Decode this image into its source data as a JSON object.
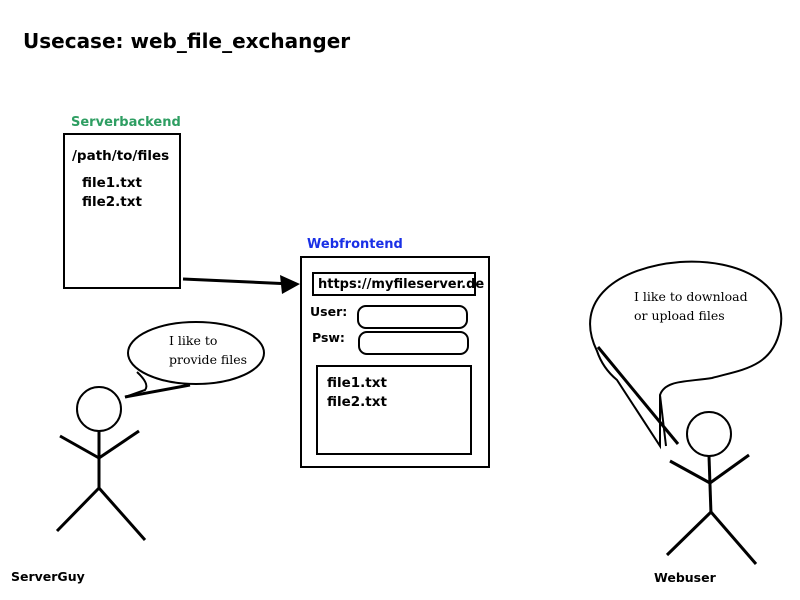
{
  "title": "Usecase: web_file_exchanger",
  "colors": {
    "stroke": "#000000",
    "server_label": "#2e9e62",
    "web_label": "#1a30e6"
  },
  "server": {
    "label": "Serverbackend",
    "path": "/path/to/files",
    "files": [
      "file1.txt",
      "file2.txt"
    ]
  },
  "web": {
    "label": "Webfrontend",
    "url": "https://myfileserver.de",
    "user_label": "User:",
    "psw_label": "Psw:",
    "files": [
      "file1.txt",
      "file2.txt"
    ]
  },
  "actors": {
    "server_guy": {
      "name": "ServerGuy",
      "speech": [
        "I like to",
        "provide files"
      ]
    },
    "web_user": {
      "name": "Webuser",
      "speech": [
        "I like to download",
        "or upload files"
      ]
    }
  }
}
